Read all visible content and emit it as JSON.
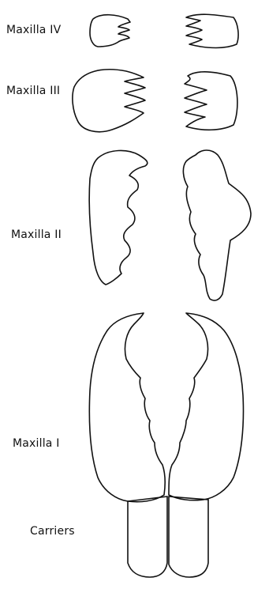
{
  "labels": {
    "maxilla_iv": "Maxilla IV",
    "maxilla_iii": "Maxilla III",
    "maxilla_ii": "Maxilla II",
    "maxilla_i": "Maxilla I",
    "carriers": "Carriers"
  }
}
